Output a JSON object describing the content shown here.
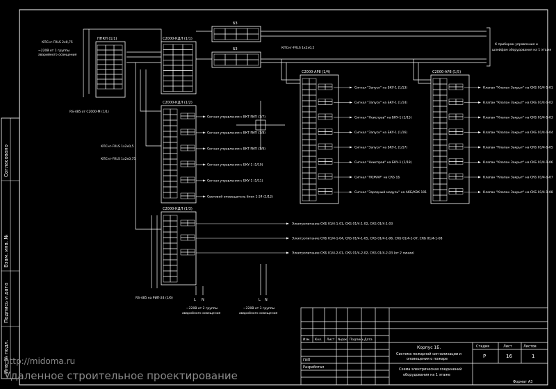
{
  "title_block": {
    "project": "Корпус 1Б.",
    "system_line1": "Система пожарной сигнализации и",
    "system_line2": "оповещения о пожаре",
    "sheet_title_line1": "Схема электрическая соединений",
    "sheet_title_line2": "оборудования на 1 этаже",
    "col_headers": [
      "Изм.",
      "Кол.",
      "Лист",
      "№док.",
      "Подпись",
      "Дата"
    ],
    "role_gip": "ГИП",
    "role_developer": "Разработал",
    "stage_label": "Стадия",
    "sheet_label": "Лист",
    "sheets_label": "Листов",
    "stage_value": "Р",
    "sheet_value": "16",
    "sheets_value": "1",
    "format": "Формат А3"
  },
  "side_stamp": {
    "items": [
      "Инв. № подл.",
      "Подпись и дата",
      "Взам. инв. №",
      "Согласовано"
    ]
  },
  "blocks": {
    "bk_top": "ППКП (1/1)",
    "ps_top": "С2000-КДЛ (1/1)",
    "bz_1": "БЗ",
    "bz_2": "БЗ",
    "ps_mid": "С2000-КДЛ (1/2)",
    "ps_bot": "С2000-КДЛ (1/3)",
    "kd_right1": "С2000-АР8 (1/4)",
    "kd_right2": "С2000-АР8 (1/5)"
  },
  "labels": {
    "cable_in_top": "КПСнг-FRLS 2х0,75",
    "power_note_line1": "~220В от 1 группы",
    "power_note_line2": "аварийного освещения",
    "rs485_top": "RS-485 от С2000-М (1/1)",
    "cable_mid": "КПСнг-FRLS 1х2х0,5",
    "cable_mid2": "КПСнг-FRLS 1х2х0,75",
    "rs485_bot": "RS-485 на РИП-24 (1/6)",
    "power_bot1_line1": "~220В от 2 группы",
    "power_bot1_line2": "аварийного освещения",
    "power_bot2_line1": "~220В от 3 группы",
    "power_bot2_line2": "аварийного освещения",
    "top_right_note_line1": "К приборам управления и",
    "top_right_note_line2": "шлейфам оборудования на 1 этаже",
    "cable_top_right": "КПСнг-FRLS 1х2х0,5",
    "L": "L",
    "N": "N"
  },
  "mid_outputs": [
    "Сигнал управления с ВКТ РИП (1/7)",
    "Сигнал управления с ВКТ РИП (1/8)",
    "Сигнал управления с ВКТ РИП (1/9)",
    "Сигнал управления с БКУ-1 (1/10)",
    "Сигнал управления с БКУ-1 (1/11)",
    "Световой оповещатель блок 1-24 (1/12)"
  ],
  "bot_outputs": [
    "Электропитание СКБ 01/4-1-01, СКБ 01/4-1-02, СКБ 01/4-1-03",
    "Электропитание СКБ 01/4-1-04, СКБ 01/4-1-05, СКБ 01/4-1-06, СКБ 01/4-1-07, СКБ 01/4-1-08",
    "Электропитание СКБ 01/4-2-01, СКБ 01/4-2-02, СКБ 01/4-2-03 (от 2 линии)"
  ],
  "right1_outputs": [
    "Сигнал \"Запуск\" на БКУ-1 (1/13)",
    "Сигнал \"Запуск\" на БКУ-1 (1/14)",
    "Сигнал \"Неисправ\" на БКУ-1 (1/15)",
    "Сигнал \"Запуск\" на БКУ-1 (1/16)",
    "Сигнал \"Запуск\" на БКУ-1 (1/17)",
    "Сигнал \"Неисправ\" на БКУ-1 (1/18)",
    "Сигнал \"ПОЖАР\" на СКБ 1Б",
    "Сигнал \"Зарядный модуль\" на АКБ/КВК 101"
  ],
  "right2_outputs": [
    "Клапан \"Клапан Закрыт\" на СКБ 01/4-1-01",
    "Клапан \"Клапан Закрыт\" на СКБ 01/4-1-02",
    "Клапан \"Клапан Закрыт\" на СКБ 01/4-1-03",
    "Клапан \"Клапан Закрыт\" на СКБ 01/4-1-04",
    "Клапан \"Клапан Закрыт\" на СКБ 01/4-1-05",
    "Клапан \"Клапан Закрыт\" на СКБ 01/4-1-06",
    "Клапан \"Клапан Закрыт\" на СКБ 01/4-1-07",
    "Клапан \"Клапан Закрыт\" на СКБ 01/4-1-08"
  ],
  "watermark": {
    "line1": "http://midoma.ru",
    "line2": "Удаленное строительное проектирование"
  },
  "colors": {
    "background": "#000000",
    "lines": "#ffffff",
    "watermark": "#8a8a8a"
  }
}
